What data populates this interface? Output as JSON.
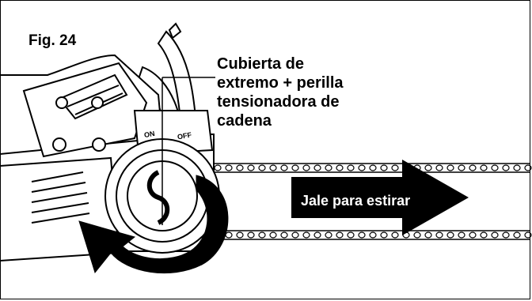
{
  "figure": {
    "label": "Fig. 24",
    "callout_line1": "Cubierta de",
    "callout_line2": "extremo + perilla",
    "callout_line3": "tensionadora de",
    "callout_line4": "cadena",
    "pull_text": "Jale para estirar",
    "switch_on": "ON",
    "switch_off": "OFF"
  },
  "icons": {
    "rotate_arrow": "curved-rotate-arrow-icon",
    "pull_arrow": "right-arrow-icon",
    "knob": "tensioning-knob-icon",
    "chain": "saw-chain-icon"
  },
  "colors": {
    "line": "#000000",
    "background": "#ffffff",
    "arrow_fill": "#000000",
    "arrow_text": "#ffffff"
  }
}
